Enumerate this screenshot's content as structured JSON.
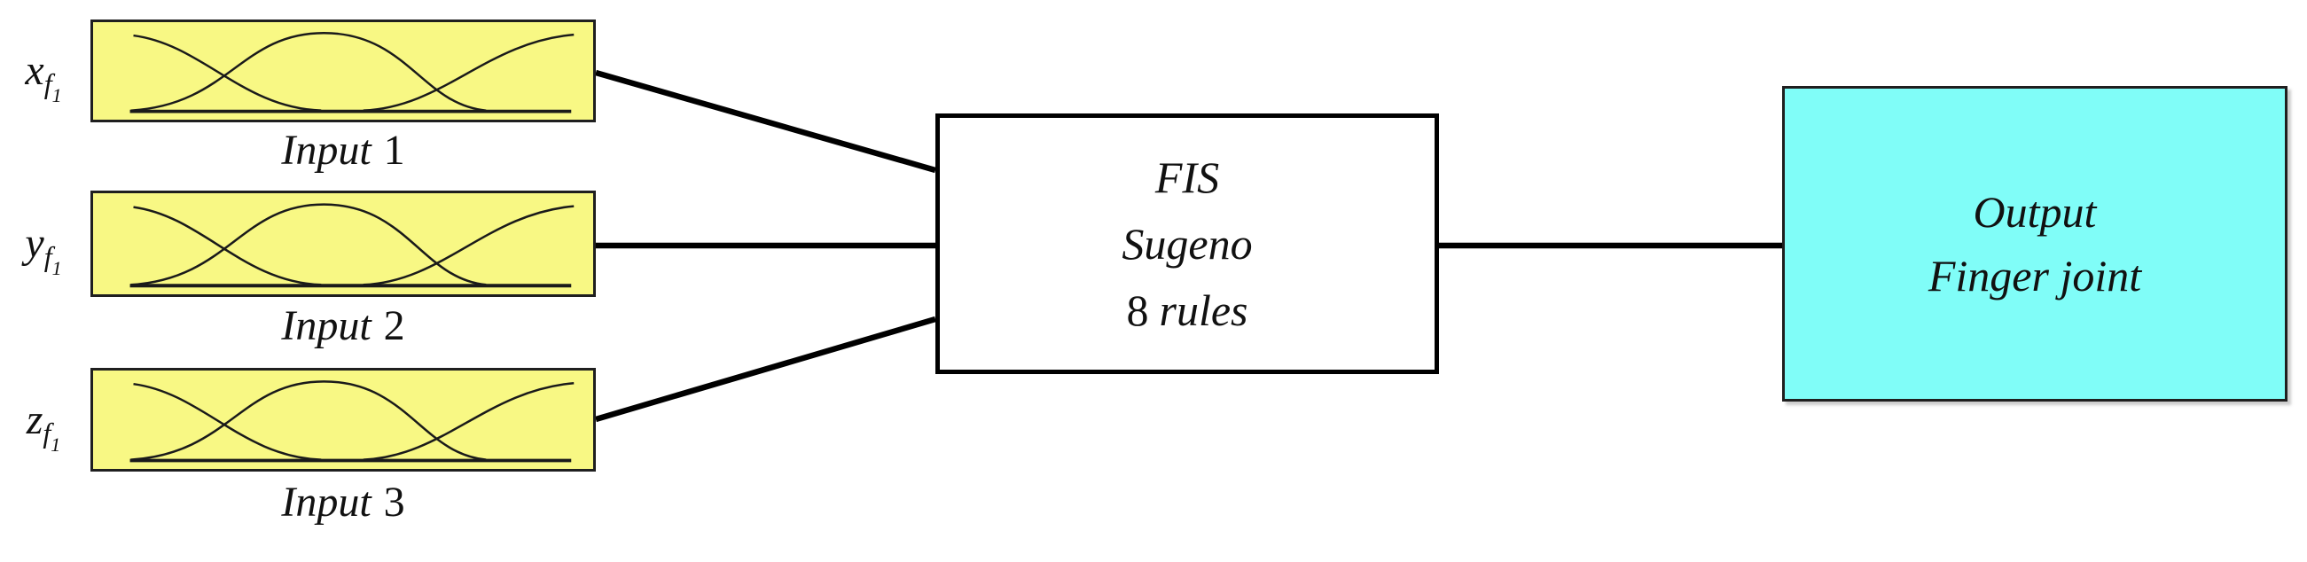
{
  "diagram": {
    "type": "fuzzy-inference-system-block-diagram",
    "inputs": [
      {
        "var_base": "x",
        "var_sub": "f",
        "var_subsub": "1",
        "caption_word": "Input",
        "caption_num": "1"
      },
      {
        "var_base": "y",
        "var_sub": "f",
        "var_subsub": "1",
        "caption_word": "Input",
        "caption_num": "2"
      },
      {
        "var_base": "z",
        "var_sub": "f",
        "var_subsub": "1",
        "caption_word": "Input",
        "caption_num": "3"
      }
    ],
    "fis": {
      "line1": "FIS",
      "line2": "Sugeno",
      "rules_num": "8",
      "rules_word": "rules"
    },
    "output": {
      "line1": "Output",
      "line2": "Finger joint"
    },
    "colors": {
      "background": "#ffffff",
      "input_fill": "#f8f884",
      "input_border": "#1f1f1f",
      "fis_fill": "#ffffff",
      "fis_border": "#000000",
      "output_fill": "#80fdf8",
      "output_border": "#1f1f1f",
      "connector": "#000000",
      "curve": "#1a1a1a",
      "text": "#111111"
    }
  }
}
